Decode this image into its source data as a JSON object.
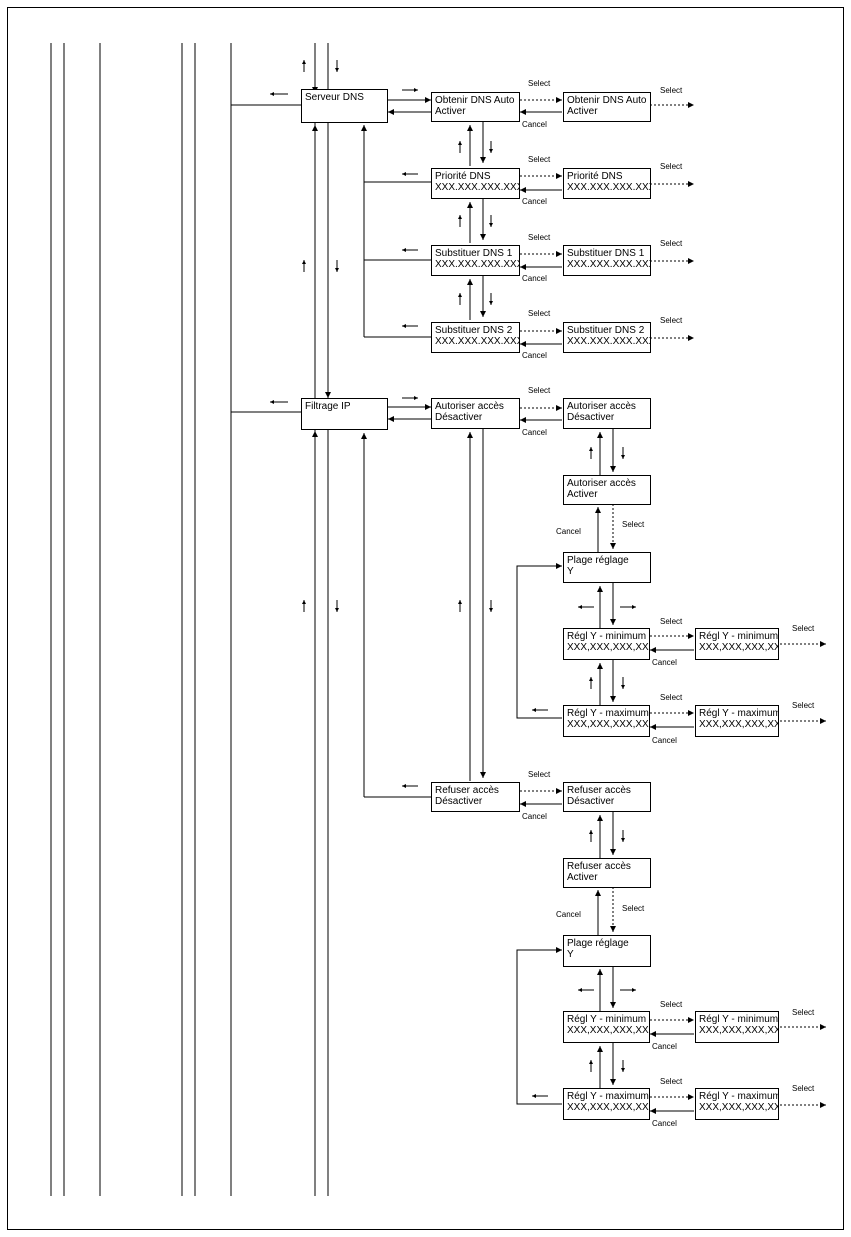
{
  "labels": {
    "select": "Select",
    "cancel": "Cancel"
  },
  "nodes": {
    "serveur_dns": {
      "line1": "Serveur DNS",
      "line2": ""
    },
    "obtenir_dns_auto": {
      "line1": "Obtenir DNS Auto",
      "line2": "Activer"
    },
    "obtenir_dns_auto_sel": {
      "line1": "Obtenir DNS Auto",
      "line2": "Activer"
    },
    "priorite_dns": {
      "line1": "Priorité DNS",
      "line2": "XXX.XXX.XXX.XXX"
    },
    "priorite_dns_sel": {
      "line1": "Priorité DNS",
      "line2": "XXX.XXX.XXX.XXX"
    },
    "substituer_dns1": {
      "line1": "Substituer DNS 1",
      "line2": "XXX.XXX.XXX.XXX"
    },
    "substituer_dns1_sel": {
      "line1": "Substituer DNS 1",
      "line2": "XXX.XXX.XXX.XXX"
    },
    "substituer_dns2": {
      "line1": "Substituer DNS 2",
      "line2": "XXX.XXX.XXX.XXX"
    },
    "substituer_dns2_sel": {
      "line1": "Substituer DNS 2",
      "line2": "XXX.XXX.XXX.XXX"
    },
    "filtrage_ip": {
      "line1": "Filtrage IP",
      "line2": ""
    },
    "autoriser_acces": {
      "line1": "Autoriser accès",
      "line2": "Désactiver"
    },
    "autoriser_acces_sel": {
      "line1": "Autoriser accès",
      "line2": "Désactiver"
    },
    "autoriser_acces_activer": {
      "line1": "Autoriser accès",
      "line2": "Activer"
    },
    "plage_reglage_1": {
      "line1": "Plage réglage",
      "line2": "Y"
    },
    "regl_min_1": {
      "line1": "Régl Y - minimum",
      "line2": "XXX,XXX,XXX,XXX"
    },
    "regl_min_1_sel": {
      "line1": "Régl Y - minimum",
      "line2": "XXX,XXX,XXX,XXX"
    },
    "regl_max_1": {
      "line1": "Régl Y - maximum",
      "line2": "XXX,XXX,XXX,XXX"
    },
    "regl_max_1_sel": {
      "line1": "Régl Y - maximum",
      "line2": "XXX,XXX,XXX,XXX"
    },
    "refuser_acces": {
      "line1": "Refuser accès",
      "line2": "Désactiver"
    },
    "refuser_acces_sel": {
      "line1": "Refuser accès",
      "line2": "Désactiver"
    },
    "refuser_acces_activer": {
      "line1": "Refuser accès",
      "line2": "Activer"
    },
    "plage_reglage_2": {
      "line1": "Plage réglage",
      "line2": "Y"
    },
    "regl_min_2": {
      "line1": "Régl Y - minimum",
      "line2": "XXX,XXX,XXX,XXX"
    },
    "regl_min_2_sel": {
      "line1": "Régl Y - minimum",
      "line2": "XXX,XXX,XXX,XXX"
    },
    "regl_max_2": {
      "line1": "Régl Y - maximum",
      "line2": "XXX,XXX,XXX,XXX"
    },
    "regl_max_2_sel": {
      "line1": "Régl Y - maximum",
      "line2": "XXX,XXX,XXX,XXX"
    }
  }
}
